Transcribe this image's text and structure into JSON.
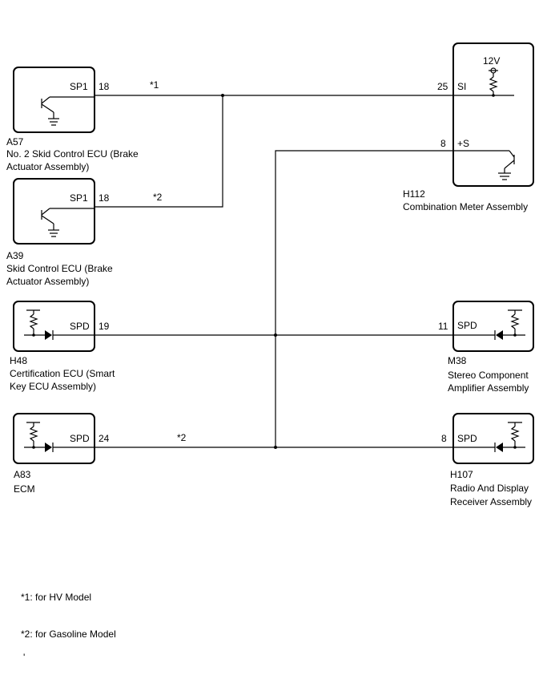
{
  "components": {
    "a57": {
      "id": "A57",
      "name_line1": "No. 2 Skid Control ECU (Brake",
      "name_line2": "Actuator Assembly)",
      "terminal": "SP1",
      "pin": "18"
    },
    "a39": {
      "id": "A39",
      "name_line1": "Skid Control ECU (Brake",
      "name_line2": "Actuator Assembly)",
      "terminal": "SP1",
      "pin": "18"
    },
    "h48": {
      "id": "H48",
      "name_line1": "Certification ECU (Smart",
      "name_line2": "Key ECU Assembly)",
      "terminal": "SPD",
      "pin": "19"
    },
    "a83": {
      "id": "A83",
      "name_line1": "ECM",
      "terminal": "SPD",
      "pin": "24"
    },
    "h112": {
      "id": "H112",
      "name_line1": "Combination Meter Assembly",
      "terminal_si": "SI",
      "pin_si": "25",
      "terminal_s": "+S",
      "pin_s": "8",
      "supply": "12V"
    },
    "m38": {
      "id": "M38",
      "name_line1": "Stereo Component",
      "name_line2": "Amplifier Assembly",
      "terminal": "SPD",
      "pin": "11"
    },
    "h107": {
      "id": "H107",
      "name_line1": "Radio And Display",
      "name_line2": "Receiver Assembly",
      "terminal": "SPD",
      "pin": "8"
    }
  },
  "wire_notes": {
    "n1": "*1",
    "n2": "*2",
    "n3": "*2"
  },
  "footnotes": {
    "f1": "*1: for HV Model",
    "f2": "*2: for Gasoline Model"
  },
  "marks": {
    "tick": "'"
  }
}
